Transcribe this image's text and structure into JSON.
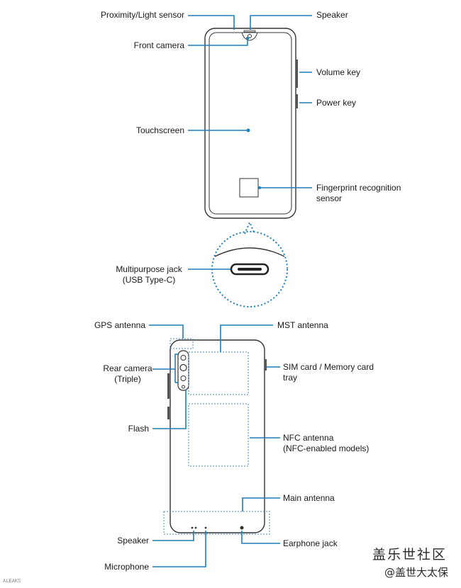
{
  "front": {
    "proximity_sensor": "Proximity/Light sensor",
    "speaker_top": "Speaker",
    "front_camera": "Front camera",
    "volume_key": "Volume key",
    "power_key": "Power key",
    "touchscreen": "Touchscreen",
    "fingerprint_line1": "Fingerprint recognition",
    "fingerprint_line2": "sensor",
    "multipurpose_line1": "Multipurpose jack",
    "multipurpose_line2": "(USB Type-C)"
  },
  "back": {
    "gps_antenna": "GPS antenna",
    "mst_antenna": "MST antenna",
    "rear_camera_line1": "Rear camera",
    "rear_camera_line2": "(Triple)",
    "sim_tray_line1": "SIM card / Memory card",
    "sim_tray_line2": "tray",
    "flash": "Flash",
    "nfc_line1": "NFC antenna",
    "nfc_line2": "(NFC-enabled models)",
    "main_antenna": "Main antenna",
    "speaker_bottom": "Speaker",
    "earphone_jack": "Earphone jack",
    "microphone": "Microphone"
  },
  "watermark": {
    "community": "盖乐世社区",
    "handle": "@盖世大太保",
    "source": "ALEAKS"
  },
  "colors": {
    "callout": "#1f7fb8",
    "outline": "#333333"
  }
}
